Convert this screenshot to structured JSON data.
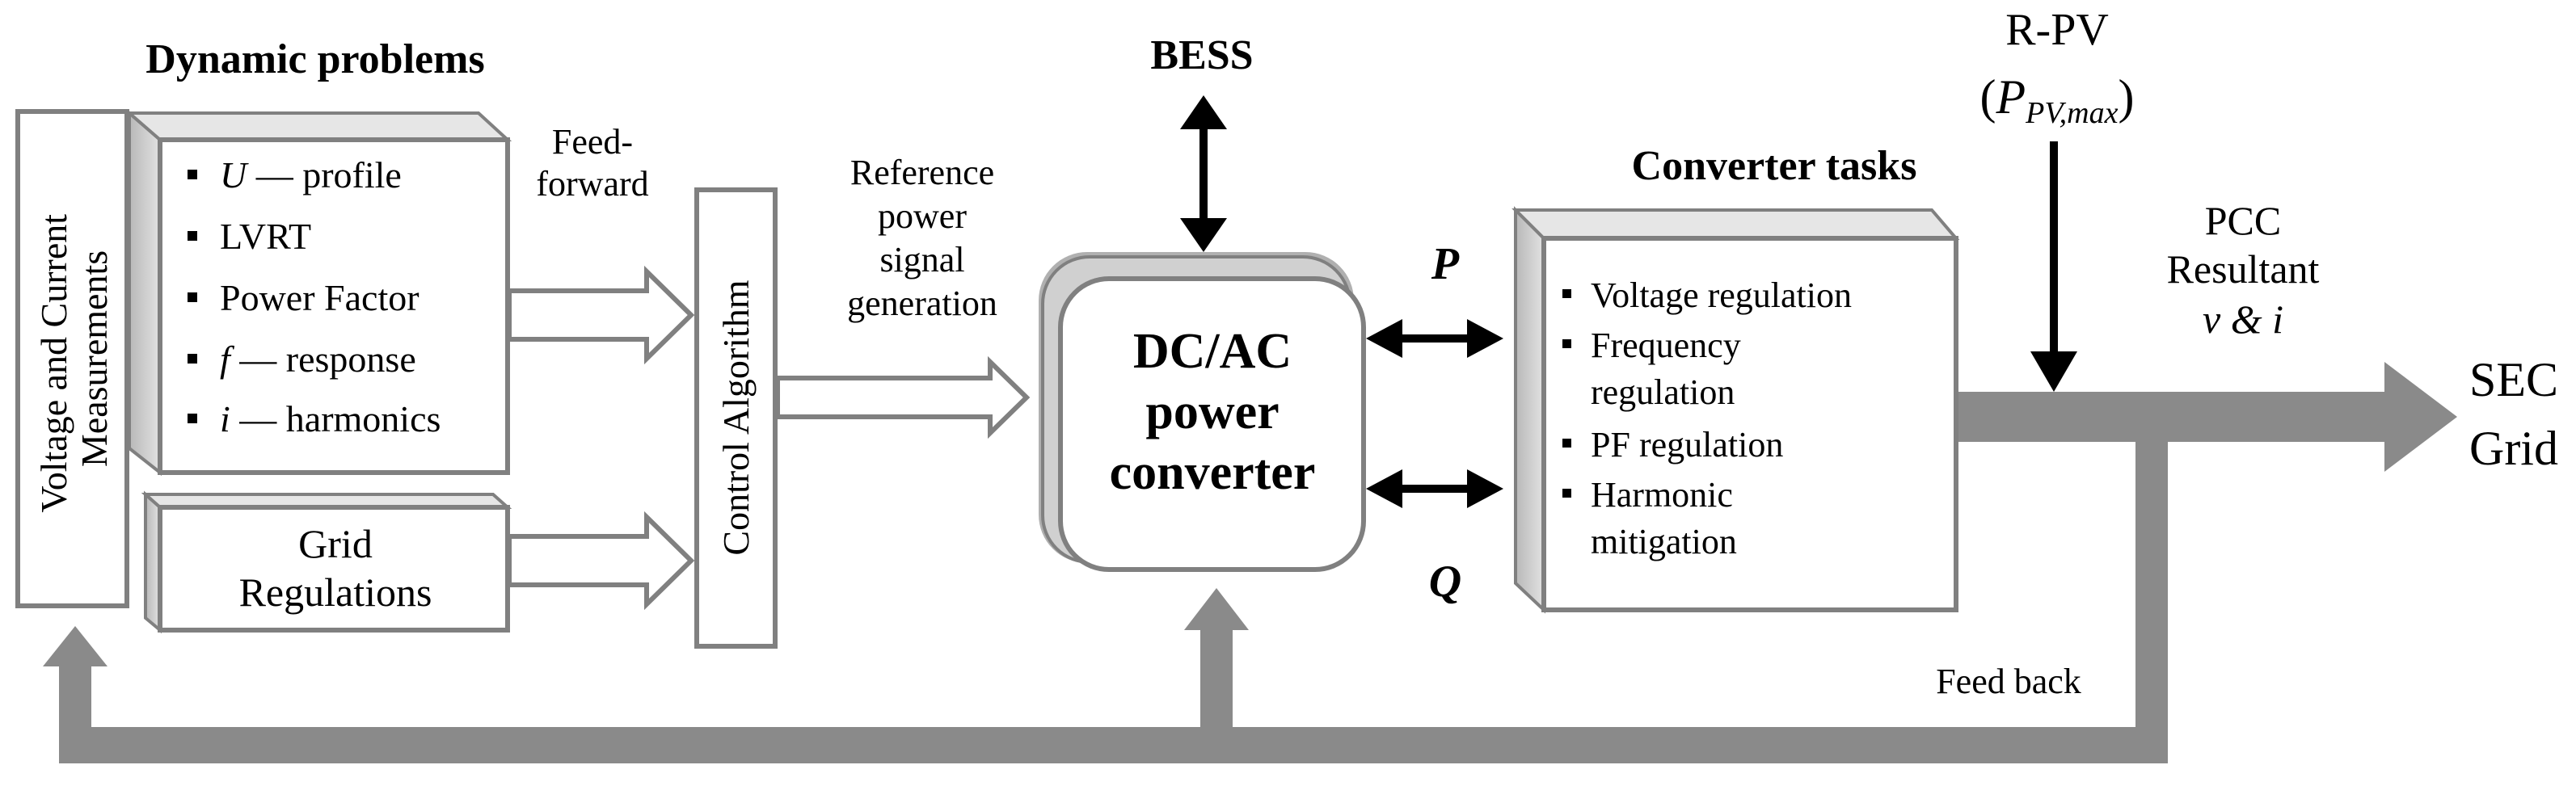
{
  "dynamic_problems": {
    "title": "Dynamic problems",
    "items": [
      {
        "prefix": "U",
        "text": " — profile"
      },
      {
        "prefix": "",
        "text": "LVRT"
      },
      {
        "prefix": "",
        "text": "Power Factor"
      },
      {
        "prefix": "f",
        "text": " — response"
      },
      {
        "prefix": "i",
        "text": " — harmonics"
      }
    ]
  },
  "measurements": {
    "line1": "Voltage and Current",
    "line2": "Measurements"
  },
  "grid_regulations": {
    "line1": "Grid",
    "line2": "Regulations"
  },
  "feedforward": {
    "line1": "Feed-",
    "line2": "forward"
  },
  "control_algorithm": "Control Algorithm",
  "reference_signal": {
    "line1": "Reference",
    "line2": "power",
    "line3": "signal",
    "line4": "generation"
  },
  "bess": "BESS",
  "converter": {
    "line1": "DC/AC",
    "line2": "power",
    "line3": "converter"
  },
  "p_label": "P",
  "q_label": "Q",
  "converter_tasks": {
    "title": "Converter tasks",
    "items": [
      {
        "line1": "Voltage regulation",
        "line2": ""
      },
      {
        "line1": "Frequency",
        "line2": "regulation"
      },
      {
        "line1": "PF regulation",
        "line2": ""
      },
      {
        "line1": "Harmonic",
        "line2": "mitigation"
      }
    ]
  },
  "rpv": {
    "line1": "R-PV",
    "open": "(",
    "symbol": "P",
    "subscript": "PV,max",
    "close": ")"
  },
  "pcc": {
    "line1": "PCC",
    "line2": "Resultant",
    "line3": "v & i"
  },
  "sec_grid": {
    "line1": "SEC",
    "line2": "Grid"
  },
  "feedback": "Feed back",
  "colors": {
    "box_border": "#808080",
    "shadow": "#c8c8c8",
    "bus": "#8a8a8a",
    "arrow": "#000000"
  }
}
